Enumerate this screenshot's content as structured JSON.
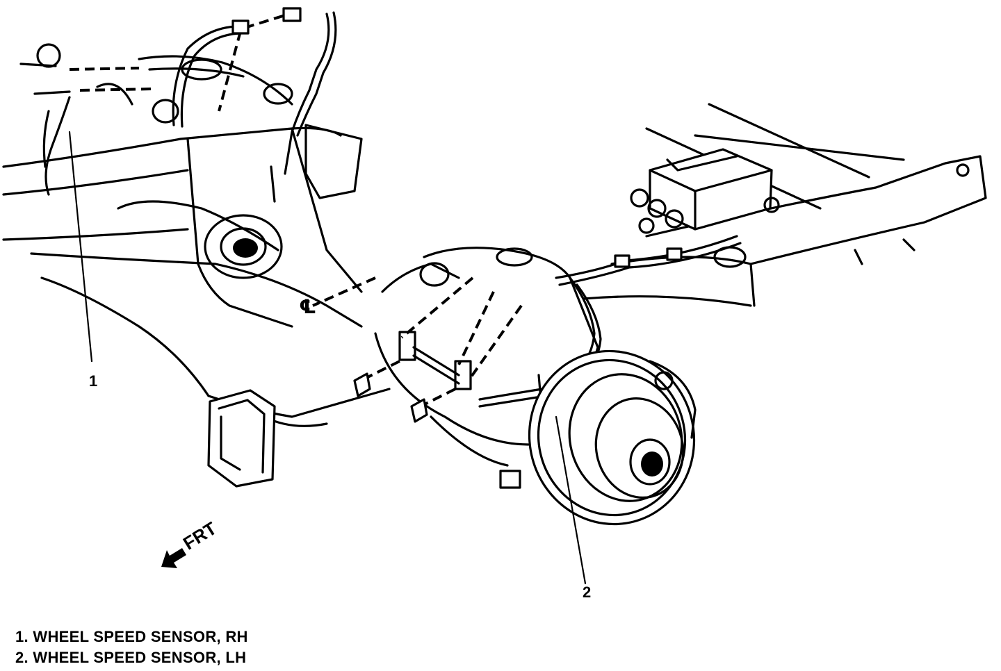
{
  "callouts": [
    {
      "number": "1"
    },
    {
      "number": "2"
    }
  ],
  "direction_marker": {
    "label": "FRT",
    "icon": "arrow-front-icon"
  },
  "centerline_symbol": "℄",
  "legend": [
    {
      "number": "1.",
      "text": "WHEEL SPEED SENSOR, RH"
    },
    {
      "number": "2.",
      "text": "WHEEL SPEED SENSOR, LH"
    }
  ]
}
